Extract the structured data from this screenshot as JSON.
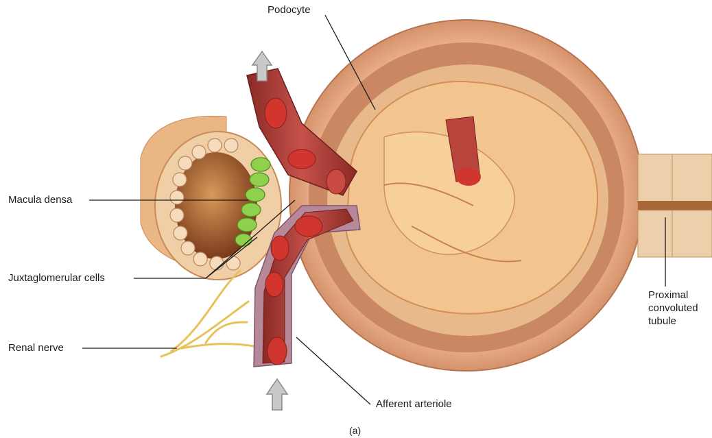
{
  "figure": {
    "labels": {
      "podocyte": "Podocyte",
      "macula_densa": "Macula densa",
      "juxtaglomerular_cells": "Juxtaglomerular cells",
      "renal_nerve": "Renal nerve",
      "afferent_arteriole": "Afferent arteriole",
      "proximal_line1": "Proximal",
      "proximal_line2": "convoluted",
      "proximal_line3": "tubule"
    },
    "caption": "(a)"
  },
  "colors": {
    "capsule": "#e3a27c",
    "capsule_inner": "#c98762",
    "glomerulus": "#f2c48f",
    "vessel": "#b8443c",
    "blood_cell": "#d0352e",
    "macula_green": "#8fd14c",
    "tubule": "#e8c49a",
    "nerve": "#e8c15a",
    "arrow": "#c9c9c9"
  }
}
